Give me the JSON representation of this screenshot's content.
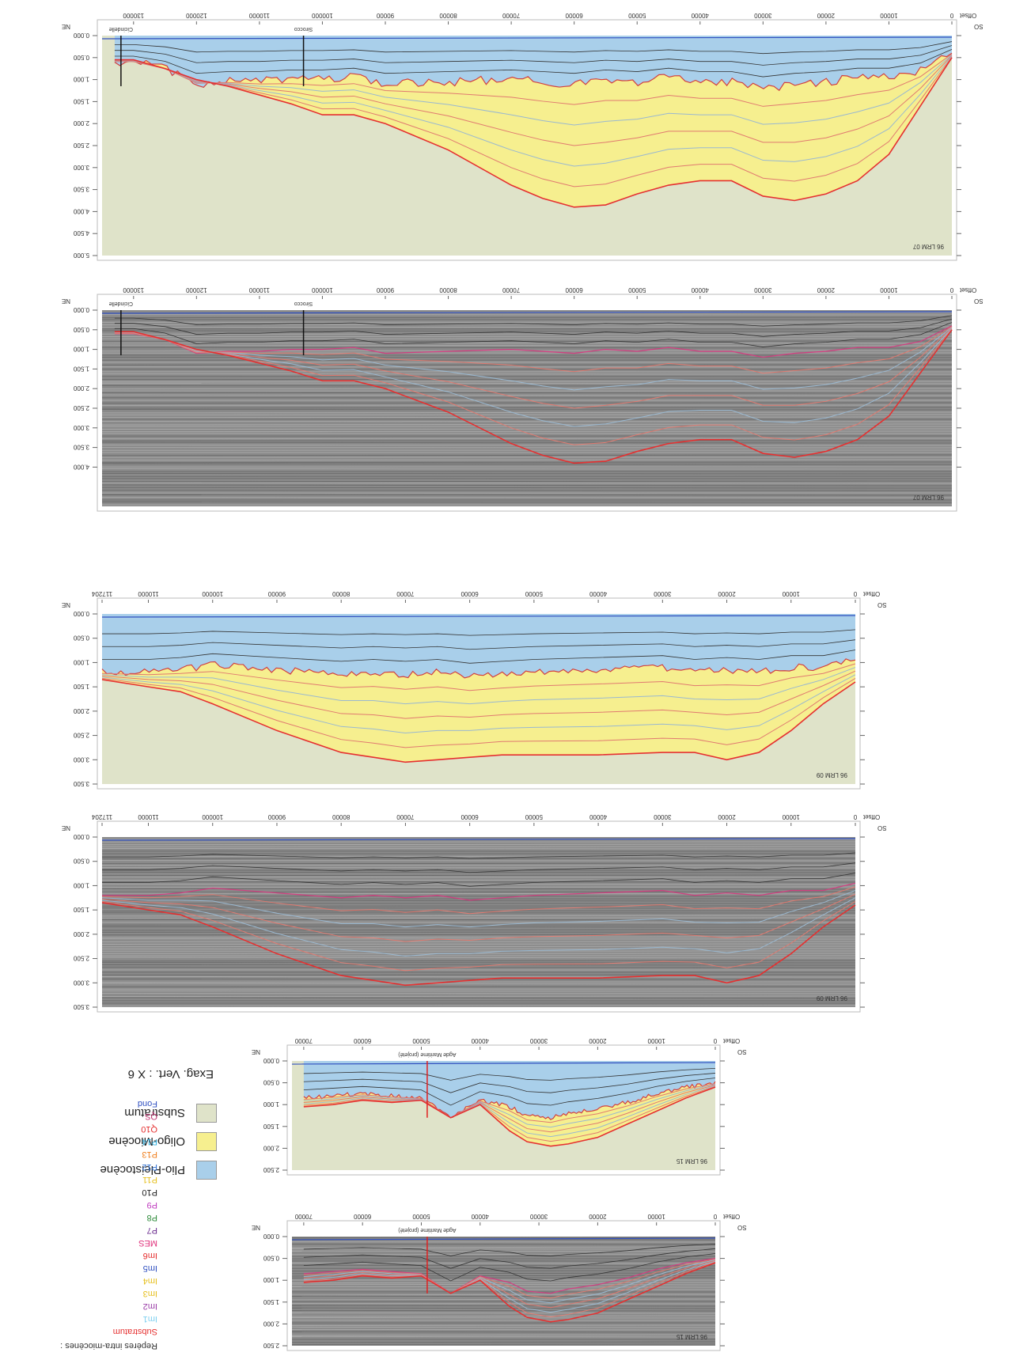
{
  "legend": {
    "items": [
      {
        "label": "Plio-Pleistocène",
        "color": "#a9cfea"
      },
      {
        "label": "Oligo-Miocène",
        "color": "#f6ef8f"
      },
      {
        "label": "Substratum",
        "color": "#dfe3c9"
      }
    ],
    "exaggeration": "Exag. Vert. : X 6"
  },
  "horizons": {
    "header": "Repères intra-miocènes :",
    "items": [
      {
        "label": "Substratum",
        "color": "#e53030"
      },
      {
        "label": "Im1",
        "color": "#7fd0f0"
      },
      {
        "label": "Im2",
        "color": "#9b3ea8"
      },
      {
        "label": "Im3",
        "color": "#e6c020"
      },
      {
        "label": "Im4",
        "color": "#e6c020"
      },
      {
        "label": "Im5",
        "color": "#3050c0"
      },
      {
        "label": "Im6",
        "color": "#e53030"
      },
      {
        "label": "MES",
        "color": "#e0307a"
      },
      {
        "label": "P7",
        "color": "#6b2d8f"
      },
      {
        "label": "P8",
        "color": "#2e8b3a"
      },
      {
        "label": "P9",
        "color": "#c040c0"
      },
      {
        "label": "P10",
        "color": "#222222"
      },
      {
        "label": "P11",
        "color": "#e6c020"
      },
      {
        "label": "P12",
        "color": "#3070d0"
      },
      {
        "label": "P13",
        "color": "#f08020"
      },
      {
        "label": "P14",
        "color": "#30b0e0"
      },
      {
        "label": "Q10",
        "color": "#e53030"
      },
      {
        "label": "QS",
        "color": "#c03070"
      },
      {
        "label": "Fond",
        "color": "#3050c0"
      }
    ]
  },
  "colors": {
    "plio": "#a9cfea",
    "oligo": "#f6ef8f",
    "substratum": "#dfe3c9",
    "seismic": "#8a8a8a",
    "top_line": "#e53030",
    "internal_line": "#e07a70",
    "horizon_line": "#333333"
  },
  "panels": [
    {
      "id": "p1",
      "kind": "interpreted",
      "title": "96 LRM 07",
      "sw_label": "SO",
      "ne_label": "NE",
      "offset_label": "Offset",
      "y_ticks": [
        "0.000",
        "0.500",
        "1.000",
        "1.500",
        "2.000",
        "2.500",
        "3.000",
        "3.500",
        "4.000",
        "4.500",
        "5.000"
      ],
      "x_ticks": [
        "0",
        "10000",
        "20000",
        "30000",
        "40000",
        "50000",
        "60000",
        "70000",
        "80000",
        "90000",
        "100000",
        "110000",
        "120000",
        "130000"
      ],
      "wells": [
        {
          "name": "Sirocco"
        },
        {
          "name": "Cicindelle"
        }
      ]
    },
    {
      "id": "p2",
      "kind": "seismic",
      "title": "96 LRM 07",
      "sw_label": "SO",
      "ne_label": "NE",
      "offset_label": "Offset",
      "y_ticks": [
        "0.000",
        "0.500",
        "1.000",
        "1.500",
        "2.000",
        "2.500",
        "3.000",
        "3.500",
        "4.000"
      ],
      "x_ticks": [
        "0",
        "10000",
        "20000",
        "30000",
        "40000",
        "50000",
        "60000",
        "70000",
        "80000",
        "90000",
        "100000",
        "110000",
        "120000",
        "130000"
      ],
      "wells": [
        {
          "name": "Sirocco"
        },
        {
          "name": "Cicindelle"
        }
      ]
    },
    {
      "id": "p3",
      "kind": "interpreted",
      "title": "96 LRM 09",
      "sw_label": "SO",
      "ne_label": "NE",
      "offset_label": "Offset",
      "y_ticks": [
        "0.000",
        "0.500",
        "1.000",
        "1.500",
        "2.000",
        "2.500",
        "3.000",
        "3.500"
      ],
      "x_ticks": [
        "0",
        "10000",
        "20000",
        "30000",
        "40000",
        "50000",
        "60000",
        "70000",
        "80000",
        "90000",
        "100000",
        "110000",
        "117204"
      ],
      "wells": []
    },
    {
      "id": "p4",
      "kind": "seismic",
      "title": "96 LRM 09",
      "sw_label": "SO",
      "ne_label": "NE",
      "offset_label": "Offset",
      "y_ticks": [
        "0.000",
        "0.500",
        "1.000",
        "1.500",
        "2.000",
        "2.500",
        "3.000",
        "3.500"
      ],
      "x_ticks": [
        "0",
        "10000",
        "20000",
        "30000",
        "40000",
        "50000",
        "60000",
        "70000",
        "80000",
        "90000",
        "100000",
        "110000",
        "117204"
      ],
      "wells": []
    },
    {
      "id": "p5",
      "kind": "interpreted",
      "title": "96 LRM 15",
      "sw_label": "SO",
      "ne_label": "NE",
      "offset_label": "Offset",
      "y_ticks": [
        "0.000",
        "0.500",
        "1.000",
        "1.500",
        "2.000",
        "2.500"
      ],
      "x_ticks": [
        "0",
        "10000",
        "20000",
        "30000",
        "40000",
        "50000",
        "60000",
        "70000"
      ],
      "wells": [
        {
          "name": "Agde Maritime (projeté)"
        }
      ]
    },
    {
      "id": "p6",
      "kind": "seismic",
      "title": "96 LRM 15",
      "sw_label": "SO",
      "ne_label": "NE",
      "offset_label": "Offset",
      "y_ticks": [
        "0.000",
        "0.500",
        "1.000",
        "1.500",
        "2.000",
        "2.500"
      ],
      "x_ticks": [
        "0",
        "10000",
        "20000",
        "30000",
        "40000",
        "50000",
        "60000",
        "70000"
      ],
      "wells": [
        {
          "name": "Agde Maritime (projeté)"
        }
      ]
    }
  ],
  "chart_data": [
    {
      "type": "area",
      "title": "96 LRM 07",
      "xlabel": "Offset",
      "xlim": [
        0,
        135000
      ],
      "ylim": [
        0,
        5
      ],
      "x": [
        0,
        5000,
        10000,
        15000,
        20000,
        25000,
        30000,
        35000,
        40000,
        45000,
        50000,
        55000,
        60000,
        65000,
        70000,
        80000,
        90000,
        95000,
        100000,
        105000,
        110000,
        115000,
        120000,
        125000,
        130000,
        133000
      ],
      "series": [
        {
          "name": "Substratum",
          "values": [
            0.5,
            1.6,
            2.7,
            3.3,
            3.6,
            3.75,
            3.65,
            3.3,
            3.3,
            3.4,
            3.6,
            3.85,
            3.9,
            3.7,
            3.4,
            2.6,
            2.0,
            1.8,
            1.8,
            1.55,
            1.35,
            1.15,
            1.0,
            0.75,
            0.55,
            0.55
          ]
        },
        {
          "name": "Plio-Pleistocène",
          "values": [
            0.4,
            0.8,
            0.95,
            0.95,
            1.05,
            1.1,
            1.2,
            1.05,
            1.05,
            0.95,
            1.05,
            1.0,
            1.1,
            1.05,
            1.0,
            1.05,
            1.1,
            0.95,
            1.0,
            1.0,
            1.05,
            1.05,
            1.1,
            0.75,
            0.6,
            0.6
          ]
        }
      ],
      "wells": [
        {
          "name": "Sirocco",
          "x": 103000
        },
        {
          "name": "Cicindelle",
          "x": 132000
        }
      ]
    },
    {
      "type": "area",
      "title": "96 LRM 09",
      "xlabel": "Offset",
      "xlim": [
        0,
        117204
      ],
      "ylim": [
        0,
        3.5
      ],
      "x": [
        0,
        5000,
        10000,
        15000,
        20000,
        25000,
        30000,
        40000,
        50000,
        55000,
        60000,
        65000,
        70000,
        75000,
        80000,
        90000,
        100000,
        105000,
        110000,
        117204
      ],
      "series": [
        {
          "name": "Substratum",
          "values": [
            1.4,
            1.85,
            2.4,
            2.85,
            3.0,
            2.85,
            2.85,
            2.9,
            2.9,
            2.9,
            2.95,
            3.0,
            3.05,
            2.95,
            2.85,
            2.4,
            1.85,
            1.6,
            1.5,
            1.35
          ]
        },
        {
          "name": "Plio-Pleistocène",
          "values": [
            0.95,
            1.1,
            1.1,
            1.2,
            1.15,
            1.2,
            1.1,
            1.15,
            1.2,
            1.25,
            1.3,
            1.2,
            1.25,
            1.2,
            1.25,
            1.15,
            1.05,
            1.15,
            1.2,
            1.2
          ]
        }
      ]
    },
    {
      "type": "area",
      "title": "96 LRM 15",
      "xlabel": "Offset",
      "xlim": [
        0,
        72000
      ],
      "ylim": [
        0,
        2.5
      ],
      "x": [
        0,
        5000,
        10000,
        15000,
        20000,
        25000,
        28000,
        32000,
        35000,
        40000,
        45000,
        50000,
        55000,
        60000,
        65000,
        70000
      ],
      "series": [
        {
          "name": "Substratum",
          "values": [
            0.6,
            0.85,
            1.15,
            1.45,
            1.75,
            1.9,
            1.95,
            1.85,
            1.6,
            1.0,
            1.3,
            0.9,
            0.95,
            0.9,
            1.0,
            1.05
          ]
        },
        {
          "name": "Plio-Pleistocène",
          "values": [
            0.5,
            0.6,
            0.75,
            0.95,
            1.1,
            1.2,
            1.3,
            1.25,
            1.05,
            0.9,
            1.3,
            0.85,
            0.8,
            0.75,
            0.8,
            0.85
          ]
        }
      ],
      "wells": [
        {
          "name": "Agde Maritime (projeté)",
          "x": 49000
        }
      ]
    }
  ]
}
